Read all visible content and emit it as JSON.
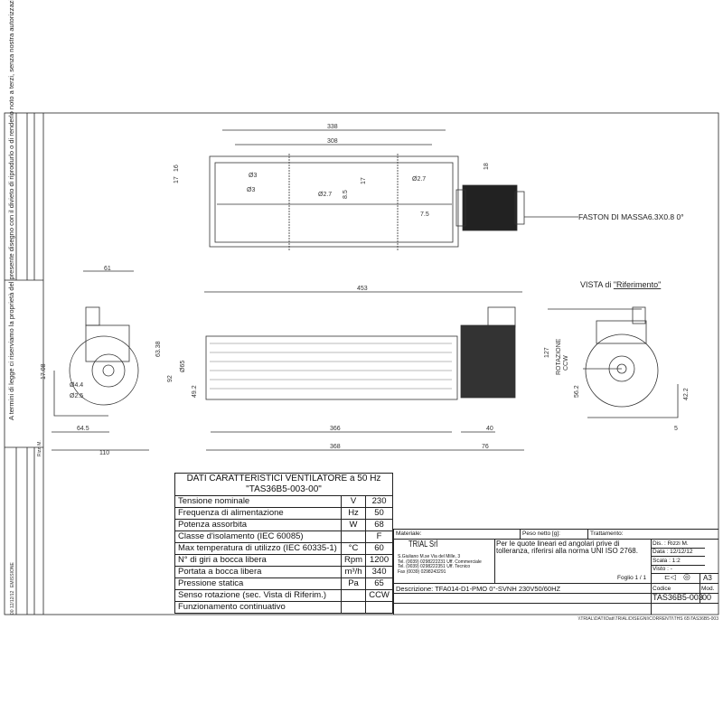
{
  "drawing": {
    "top_view": {
      "dims": [
        "338",
        "308",
        "16",
        "17",
        "18",
        "17",
        "8.5",
        "7.5",
        "Ø3",
        "Ø3",
        "Ø2.7",
        "Ø2.7"
      ],
      "callout": "FASTON DI MASSA6.3X0.8 0°"
    },
    "left_view": {
      "dims": [
        "61",
        "63.38",
        "17.08",
        "Ø4.4",
        "Ø2.5",
        "64.5",
        "110"
      ]
    },
    "front_view": {
      "dims": [
        "453",
        "92",
        "Ø65",
        "49.2",
        "366",
        "368",
        "40",
        "76"
      ]
    },
    "reference_view": {
      "title_prefix": "VISTA di ",
      "title_underlined": "\"Riferimento\"",
      "dims": [
        "127",
        "56.2",
        "5",
        "42.2"
      ],
      "rotation_label": "ROTAZIONE",
      "rotation_dir": "CCW"
    }
  },
  "side_strip": {
    "notice": "A termini di legge ci riserviamo la proprietà del presente disegno con il divieto di riprodurlo o di renderlo noto a terzi, senza nostra autorizzazione.",
    "revision_date": "00 12/12/12",
    "revision_note": "EMISSIONE",
    "revision_author": "Rizzi M."
  },
  "spec_table": {
    "title": "DATI CARATTERISTICI VENTILATORE a 50 Hz",
    "code": "\"TAS36B5-003-00\"",
    "rows": [
      {
        "label": "Tensione  nominale",
        "unit": "V",
        "value": "230"
      },
      {
        "label": "Frequenza di alimentazione",
        "unit": "Hz",
        "value": "50"
      },
      {
        "label": "Potenza assorbita",
        "unit": "W",
        "value": "68"
      },
      {
        "label": "Classe d'isolamento (IEC 60085)",
        "unit": "",
        "value": "F"
      },
      {
        "label": "Max temperatura di utilizzo (IEC 60335-1)",
        "unit": "°C",
        "value": "60"
      },
      {
        "label": "N° di giri a bocca libera",
        "unit": "Rpm",
        "value": "1200"
      },
      {
        "label": "Portata a bocca libera",
        "unit": "m³/h",
        "value": "340"
      },
      {
        "label": "Pressione statica",
        "unit": "Pa",
        "value": "65"
      },
      {
        "label": "Senso rotazione (sec. Vista di Riferim.)",
        "unit": "",
        "value": "CCW"
      },
      {
        "label": "Funzionamento continuativo",
        "unit": "",
        "value": ""
      }
    ]
  },
  "title_block": {
    "materiale": "Materiale:",
    "peso": "Peso netto [g]:",
    "trattamento": "Trattamento:",
    "company": "TRIAL Srl",
    "address": [
      "S.Giuliano M.se Via del Mille, 3",
      "Tel. (0039) 0298222231 Uff. Commerciale",
      "Tel. (0039) 0298222351 Uff. Tecnico",
      "Fax (0039) 0298243291"
    ],
    "tolerance_note": "Per le quote lineari ed angolari prive di tolleranza, riferirsi alla norma UNI ISO 2768.",
    "foglio": "Foglio 1 / 1",
    "dis": "Dis. :   Rizzi M.",
    "data": "Data :   12/12/12",
    "scala": "Scala :   1:2",
    "visto": "Visto :      -",
    "format": "A3",
    "descrizione": "Descrizione: TFA014-D1-PMO 0°-SVNH 230V50/60HZ",
    "codice_label": "Codice",
    "mod_label": "Mod.",
    "codice": "TAS36B5-003",
    "mod": "00",
    "path": "\\\\TRIAL\\DATI\\Dati\\TRIAL\\DISEGNI\\CORRENTI\\THS 65\\TAS36B5-003"
  }
}
